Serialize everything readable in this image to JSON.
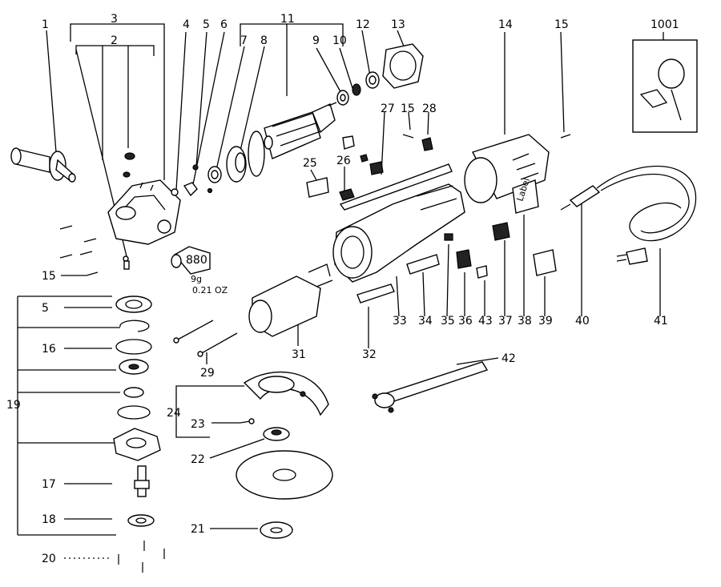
{
  "labels": {
    "n1": "1",
    "n2": "2",
    "n3": "3",
    "n4": "4",
    "n5a": "5",
    "n6": "6",
    "n7": "7",
    "n8": "8",
    "n9": "9",
    "n10": "10",
    "n11": "11",
    "n12": "12",
    "n13": "13",
    "n14": "14",
    "n15a": "15",
    "n15b": "15",
    "n15c": "15",
    "n1001": "1001",
    "n25": "25",
    "n26": "26",
    "n27": "27",
    "n28": "28",
    "n5b": "5",
    "n16": "16",
    "n19": "19",
    "n17": "17",
    "n18": "18",
    "n20": "20",
    "n29": "29",
    "n31": "31",
    "n32": "32",
    "n33": "33",
    "n34": "34",
    "n35": "35",
    "n36": "36",
    "n43": "43",
    "n37": "37",
    "n38": "38",
    "n39": "39",
    "n40": "40",
    "n41": "41",
    "n42": "42",
    "n24": "24",
    "n23": "23",
    "n22": "22",
    "n21": "21"
  },
  "grease": {
    "tube_label": "880",
    "weight_g": "9g",
    "weight_oz": "0.21 OZ"
  },
  "label_38_text": "Label"
}
